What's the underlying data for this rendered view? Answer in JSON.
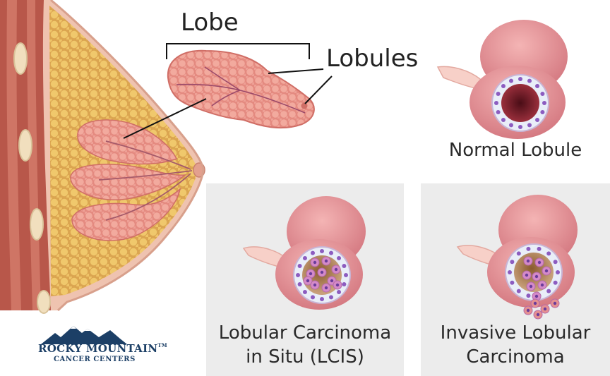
{
  "labels": {
    "lobe": "Lobe",
    "lobules": "Lobules"
  },
  "panels": {
    "normal": {
      "caption": "Normal Lobule"
    },
    "lcis": {
      "caption_line1": "Lobular Carcinoma",
      "caption_line2": "in Situ (LCIS)"
    },
    "invasive": {
      "caption_line1": "Invasive Lobular",
      "caption_line2": "Carcinoma"
    }
  },
  "logo": {
    "name": "ROCKY MOUNTAIN",
    "tm": "TM",
    "subtitle": "CANCER CENTERS"
  },
  "colors": {
    "panel_bg": "#ececec",
    "tissue_pink": "#e98c8c",
    "fat_yellow": "#e2b45a",
    "muscle_red": "#b8574a",
    "cell_purple": "#8c5cc0",
    "logo_blue": "#1c3f66"
  }
}
